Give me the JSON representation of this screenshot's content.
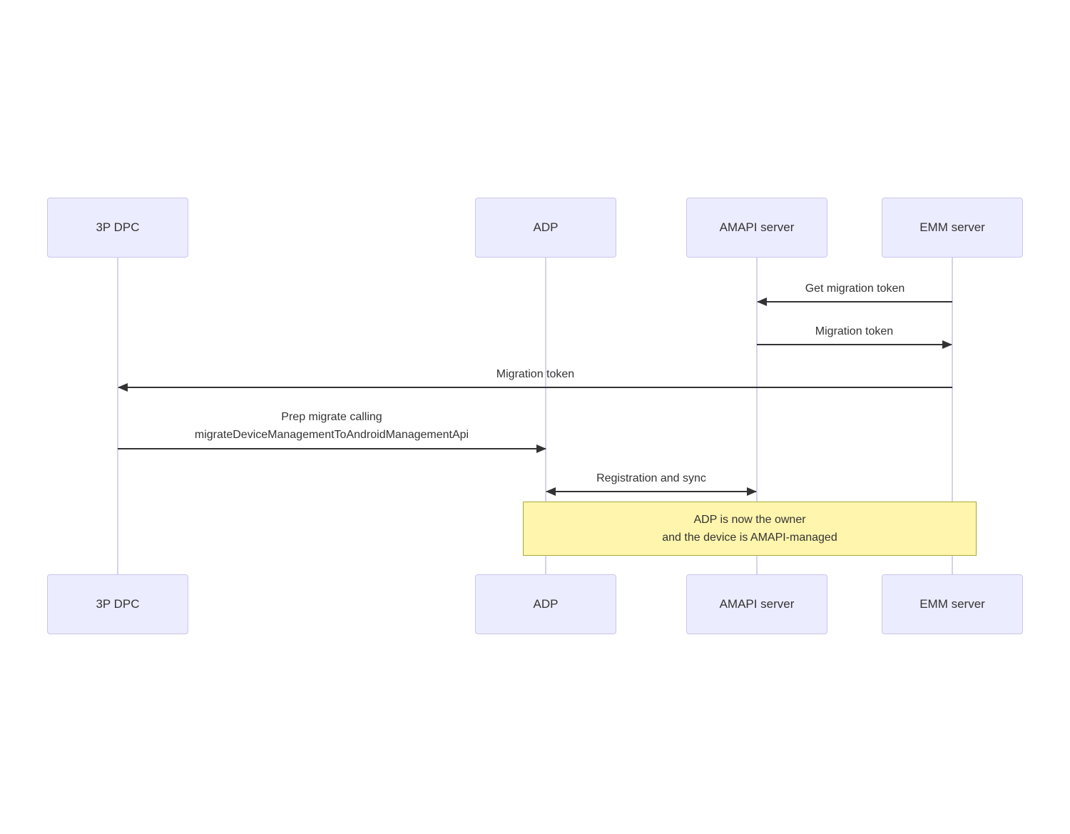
{
  "diagram": {
    "type": "sequence-diagram",
    "actors": [
      {
        "label": "3P DPC"
      },
      {
        "label": "ADP"
      },
      {
        "label": "AMAPI server"
      },
      {
        "label": "EMM server"
      }
    ],
    "messages": [
      {
        "from": "EMM server",
        "to": "AMAPI server",
        "arrow": "left",
        "label": "Get migration token"
      },
      {
        "from": "AMAPI server",
        "to": "EMM server",
        "arrow": "right",
        "label": "Migration token"
      },
      {
        "from": "EMM server",
        "to": "3P DPC",
        "arrow": "left",
        "label": "Migration token"
      },
      {
        "from": "3P DPC",
        "to": "ADP",
        "arrow": "right",
        "label_line1": "Prep migrate calling",
        "label_line2": "migrateDeviceManagementToAndroidManagementApi"
      },
      {
        "from": "ADP",
        "to": "AMAPI server",
        "arrow": "both",
        "label": "Registration and sync"
      }
    ],
    "note": {
      "over": "ADP to EMM server",
      "line1": "ADP is now the owner",
      "line2": "and the device is AMAPI-managed"
    },
    "colors": {
      "actor_fill": "#ececff",
      "actor_border": "#c9c5ef",
      "lifeline": "#d6d2ec",
      "arrow": "#333333",
      "text": "#333333",
      "note_fill": "#fff5ad",
      "note_border": "#aaaa33",
      "background": "#ffffff"
    }
  }
}
